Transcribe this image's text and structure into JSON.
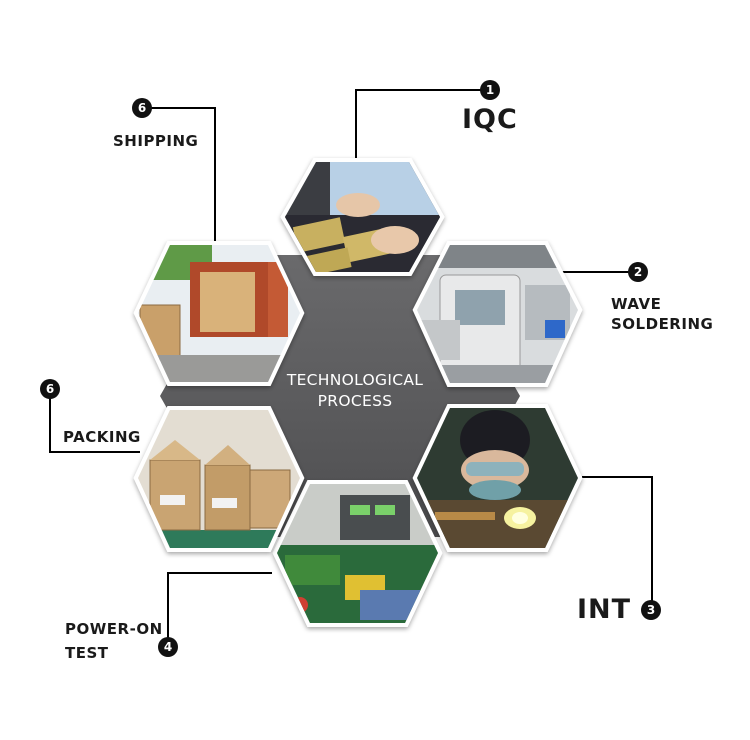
{
  "center": {
    "line1": "TECHNOLOGICAL",
    "line2": "PROCESS"
  },
  "steps": [
    {
      "number": "1",
      "label": "IQC"
    },
    {
      "number": "2",
      "label_line1": "WAVE",
      "label_line2": "SOLDERING"
    },
    {
      "number": "3",
      "label": "INT"
    },
    {
      "number": "4",
      "label_line1": "POWER-ON",
      "label_line2": "TEST"
    },
    {
      "number": "6",
      "label": "PACKING"
    },
    {
      "number": "6",
      "label": "SHIPPING"
    }
  ],
  "colors": {
    "center_hex": "#5e5e60",
    "connector": "#000000",
    "badge": "#111111",
    "photo_frame": "#ffffff"
  }
}
